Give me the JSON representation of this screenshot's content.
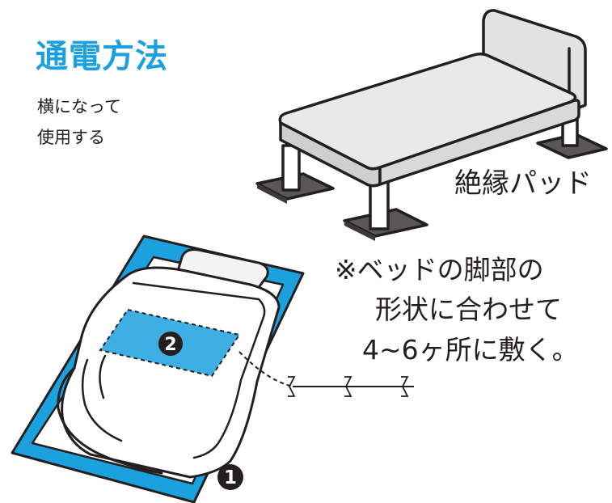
{
  "title": "通電方法",
  "subtitle_lines": [
    "横になって",
    "使用する"
  ],
  "pad_label": "絶縁パッド",
  "note_lines": [
    "※ベッドの脚部の",
    "形状に合わせて",
    "4~6ヶ所に敷く。"
  ],
  "markers": {
    "marker_1": "1",
    "marker_2": "2"
  },
  "colors": {
    "accent": "#1ba1de",
    "text": "#231f20",
    "bed_fill": "#e9e9e9",
    "pad_fill": "#595757"
  },
  "icons": [
    "bed-illustration",
    "insulating-pad",
    "electrode-sheet",
    "blanket",
    "cord-clip-icon"
  ]
}
